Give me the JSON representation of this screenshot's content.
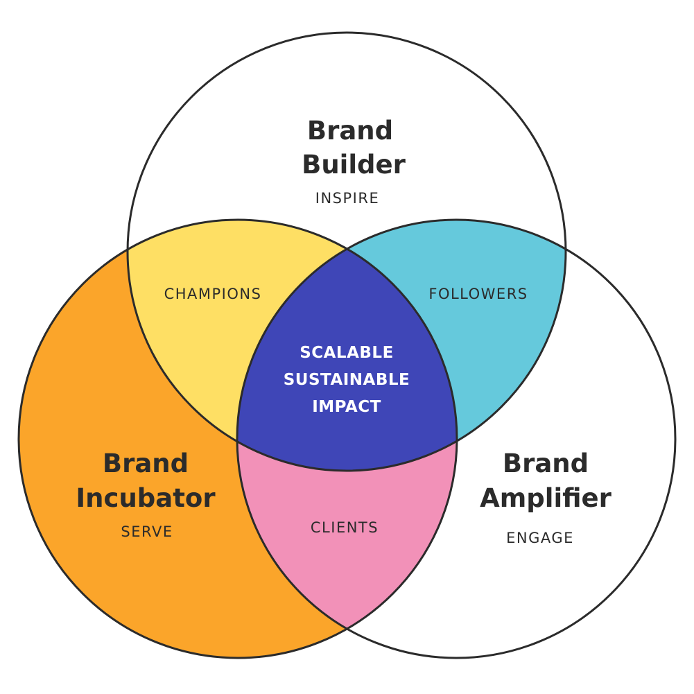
{
  "colors": {
    "builder": "#ffffff",
    "incubator": "#fba52a",
    "amplifier": "#ffffff",
    "champions": "#fedf64",
    "followers": "#65c9dc",
    "clients": "#f291b8",
    "center": "#3f46b7",
    "outline": "#2b2b2b"
  },
  "circles": {
    "builder": {
      "title_line1": "Brand",
      "title_line2": "Builder",
      "subtitle": "INSPIRE"
    },
    "incubator": {
      "title_line1": "Brand",
      "title_line2": "Incubator",
      "subtitle": "SERVE"
    },
    "amplifier": {
      "title_line1": "Brand",
      "title_line2": "Amplifier",
      "subtitle": "ENGAGE"
    }
  },
  "overlaps": {
    "champions": "CHAMPIONS",
    "followers": "FOLLOWERS",
    "clients": "CLIENTS",
    "center": {
      "line1": "SCALABLE",
      "line2": "SUSTAINABLE",
      "line3": "IMPACT"
    }
  }
}
